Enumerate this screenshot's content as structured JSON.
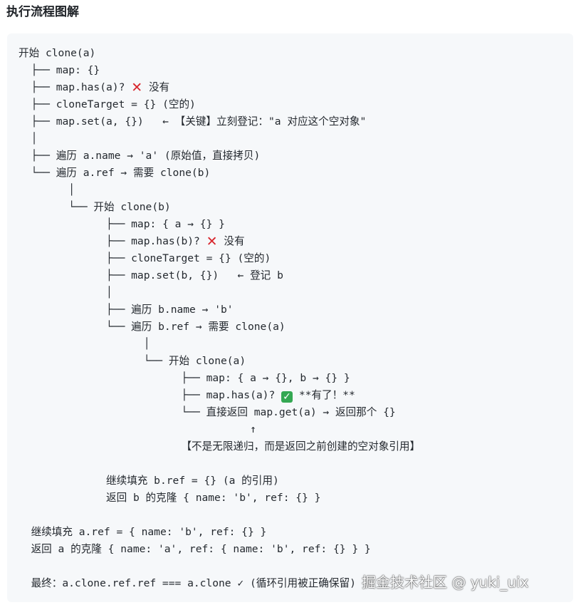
{
  "title": "执行流程图解",
  "icons": {
    "cross": "cross-mark-icon",
    "check": "check-mark-icon",
    "cross_color": "#d8272e",
    "check_color": "#34a853"
  },
  "code_lines": [
    "开始 clone(a)",
    "  ├── map: {}",
    "  ├── map.has(a)? ",
    "  ├── cloneTarget = {} (空的)",
    "  ├── map.set(a, {})   ← 【关键】立刻登记：\"a 对应这个空对象\"",
    "  │",
    "  ├── 遍历 a.name → 'a' (原始值，直接拷贝)",
    "  └── 遍历 a.ref → 需要 clone(b)",
    "        │",
    "        └── 开始 clone(b)",
    "              ├── map: { a → {} }",
    "              ├── map.has(b)? ",
    "              ├── cloneTarget = {} (空的)",
    "              ├── map.set(b, {})   ← 登记 b",
    "              │",
    "              ├── 遍历 b.name → 'b'",
    "              └── 遍历 b.ref → 需要 clone(a)",
    "                    │",
    "                    └── 开始 clone(a)",
    "                          ├── map: { a → {}, b → {} }",
    "                          ├── map.has(a)? ",
    "                          └── 直接返回 map.get(a) → 返回那个 {}",
    "                                     ↑",
    "                          【不是无限递归，而是返回之前创建的空对象引用】",
    "",
    "              继续填充 b.ref = {} (a 的引用)",
    "              返回 b 的克隆 { name: 'b', ref: {} }",
    "",
    "  继续填充 a.ref = { name: 'b', ref: {} }",
    "  返回 a 的克隆 { name: 'a', ref: { name: 'b', ref: {} } }",
    "",
    "  最终：a.clone.ref.ref === a.clone ✓ (循环引用被正确保留)"
  ],
  "mark_suffix": {
    "no": " 没有",
    "yes": " **有了！**"
  },
  "mark_glyph": {
    "cross": "✕",
    "check": "✓"
  },
  "watermark": "掘金技术社区 @ yuki_uix"
}
